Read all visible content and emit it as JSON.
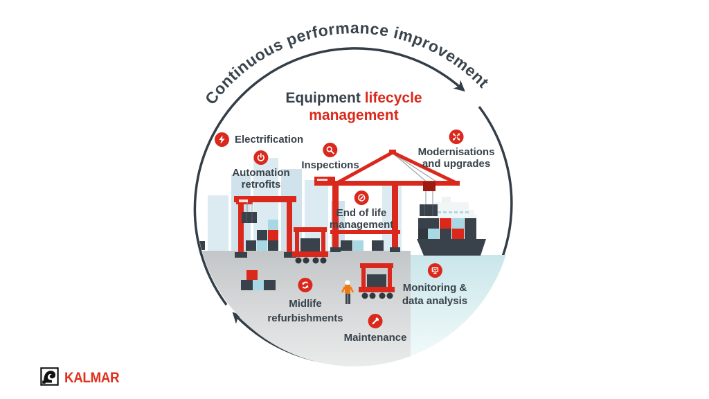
{
  "arc_text": "Continuous performance improvement",
  "title": {
    "part1": "Equipment",
    "part2": "lifecycle",
    "line2": "management"
  },
  "labels": {
    "electrification": {
      "icon": "lightning-bolt-icon",
      "text": "Electrification"
    },
    "automation_retrofits": {
      "icon": "power-icon",
      "lines": [
        "Automation",
        "retrofits"
      ]
    },
    "inspections": {
      "icon": "magnifier-icon",
      "text": "Inspections"
    },
    "modernisations_upgrades": {
      "icon": "expand-arrows-icon",
      "lines": [
        "Modernisations",
        "and upgrades"
      ]
    },
    "end_of_life": {
      "icon": "leaf-circle-icon",
      "lines": [
        "End of life",
        "management"
      ]
    },
    "monitoring": {
      "icon": "monitor-icon",
      "lines": [
        "Monitoring &",
        "data analysis"
      ]
    },
    "midlife_refurbishments": {
      "icon": "refresh-icon",
      "lines": [
        "Midlife",
        "refurbishments"
      ]
    },
    "maintenance": {
      "icon": "wrench-icon",
      "text": "Maintenance"
    }
  },
  "logo": {
    "brand": "KALMAR"
  },
  "palette": {
    "brand_red": "#DA291C",
    "logo_red": "#E0301E",
    "dark_slate": "#39424B",
    "text_dark": "#37424A",
    "circle_stroke": "#333E48",
    "light_blue_container": "#A8D8E3",
    "skyline_blue": "#DCEBF1",
    "water_blue": "#CBE7EB",
    "ground_gray": "#C5C8CA",
    "trolley_dark_red": "#9E1B10",
    "worker_orange": "#F2790B"
  }
}
